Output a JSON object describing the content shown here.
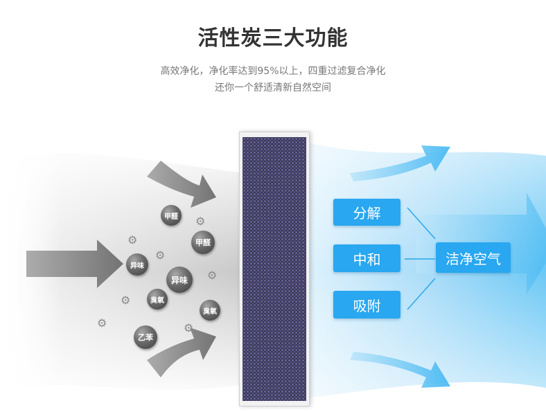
{
  "header": {
    "title": "活性炭三大功能",
    "subtitle_line1": "高效净化，净化率达到95%以上，四重过滤复合净化",
    "subtitle_line2": "还你一个舒适清新自然空间"
  },
  "pollutants": [
    "甲醛",
    "甲醛",
    "异味",
    "异味",
    "臭氧",
    "臭氧",
    "乙苯"
  ],
  "functions": [
    "分解",
    "中和",
    "吸附"
  ],
  "result": "洁净空气",
  "colors": {
    "accent": "#29a7f0",
    "title": "#333333",
    "subtitle": "#777777",
    "dirty_air": "#8a8a8a",
    "clean_air": "#3fb6f2"
  },
  "icons": {
    "gear": "gear-icon",
    "arrow": "arrow-icon"
  }
}
